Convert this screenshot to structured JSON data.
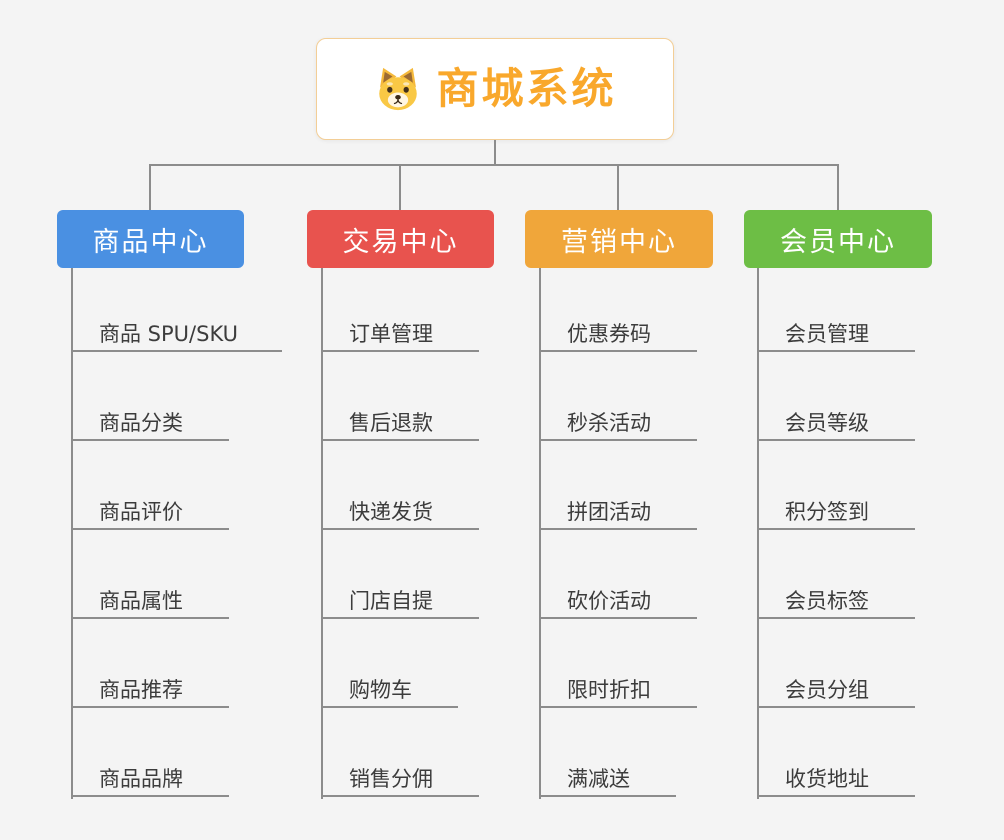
{
  "root": {
    "title": "商城系统",
    "icon": "dog-face-icon",
    "accent_color": "#F9A82C",
    "border_color": "#F3CE96"
  },
  "colors": {
    "background": "#F4F4F4",
    "connector": "#8C8C8C",
    "leaf_text": "#3C3C3C",
    "node_text": "#FFFFFF"
  },
  "branches": [
    {
      "title": "商品中心",
      "color": "#4A90E2",
      "items": [
        "商品 SPU/SKU",
        "商品分类",
        "商品评价",
        "商品属性",
        "商品推荐",
        "商品品牌"
      ]
    },
    {
      "title": "交易中心",
      "color": "#E8534E",
      "items": [
        "订单管理",
        "售后退款",
        "快递发货",
        "门店自提",
        "购物车",
        "销售分佣"
      ]
    },
    {
      "title": "营销中心",
      "color": "#F0A63A",
      "items": [
        "优惠券码",
        "秒杀活动",
        "拼团活动",
        "砍价活动",
        "限时折扣",
        "满减送"
      ]
    },
    {
      "title": "会员中心",
      "color": "#6DBE45",
      "items": [
        "会员管理",
        "会员等级",
        "积分签到",
        "会员标签",
        "会员分组",
        "收货地址"
      ]
    }
  ]
}
